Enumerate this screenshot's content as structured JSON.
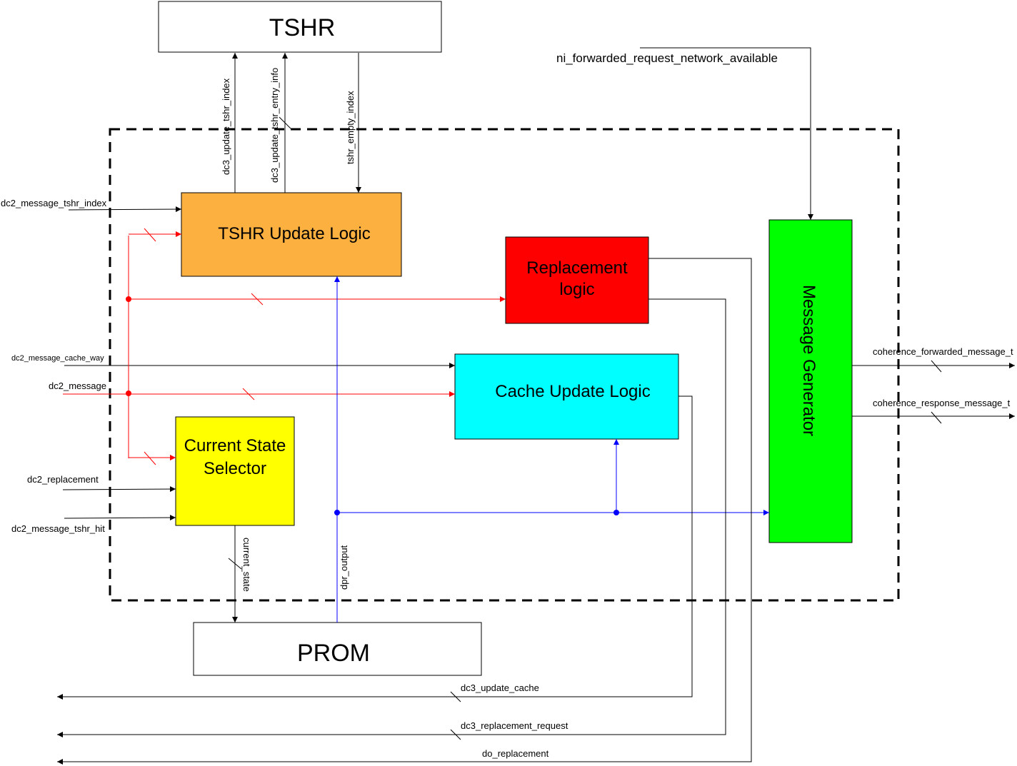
{
  "blocks": {
    "tshr": {
      "label": "TSHR"
    },
    "prom": {
      "label": "PROM"
    },
    "tshr_update_logic": {
      "label": "TSHR Update Logic",
      "fill": "#FBB040"
    },
    "replacement_logic": {
      "line1": "Replacement",
      "line2": "logic",
      "fill": "#FF0000"
    },
    "cache_update_logic": {
      "label": "Cache Update Logic",
      "fill": "#00FFFF"
    },
    "current_state_selector": {
      "line1": "Current State",
      "line2": "Selector",
      "fill": "#FFFF00"
    },
    "message_generator": {
      "label": "Message Generator",
      "fill": "#00FF00"
    }
  },
  "signals": {
    "dc3_update_tshr_index": "dc3_update_tshr_index",
    "dc3_update_tshr_entry_info": "dc3_update_tshr_entry_info",
    "tshr_empty_index": "tshr_empty_index",
    "ni_forwarded_request_network_available": "ni_forwarded_request_network_available",
    "dc2_message_tshr_index": "dc2_message_tshr_index",
    "dc2_message_cache_way": "dc2_message_cache_way",
    "dc2_message": "dc2_message",
    "dc2_replacement": "dc2_replacement",
    "dc2_message_tshr_hit": "dc2_message_tshr_hit",
    "current_state": "current_state",
    "dpr_output": "dpr_output",
    "coherence_forwarded_message_t": "coherence_forwarded_message_t",
    "coherence_response_message_t": "coherence_response_message_t",
    "dc3_update_cache": "dc3_update_cache",
    "dc3_replacement_request": "dc3_replacement_request",
    "do_replacement": "do_replacement"
  },
  "colors": {
    "wire_black": "#000000",
    "wire_red": "#FF0000",
    "wire_blue": "#0000FF"
  }
}
